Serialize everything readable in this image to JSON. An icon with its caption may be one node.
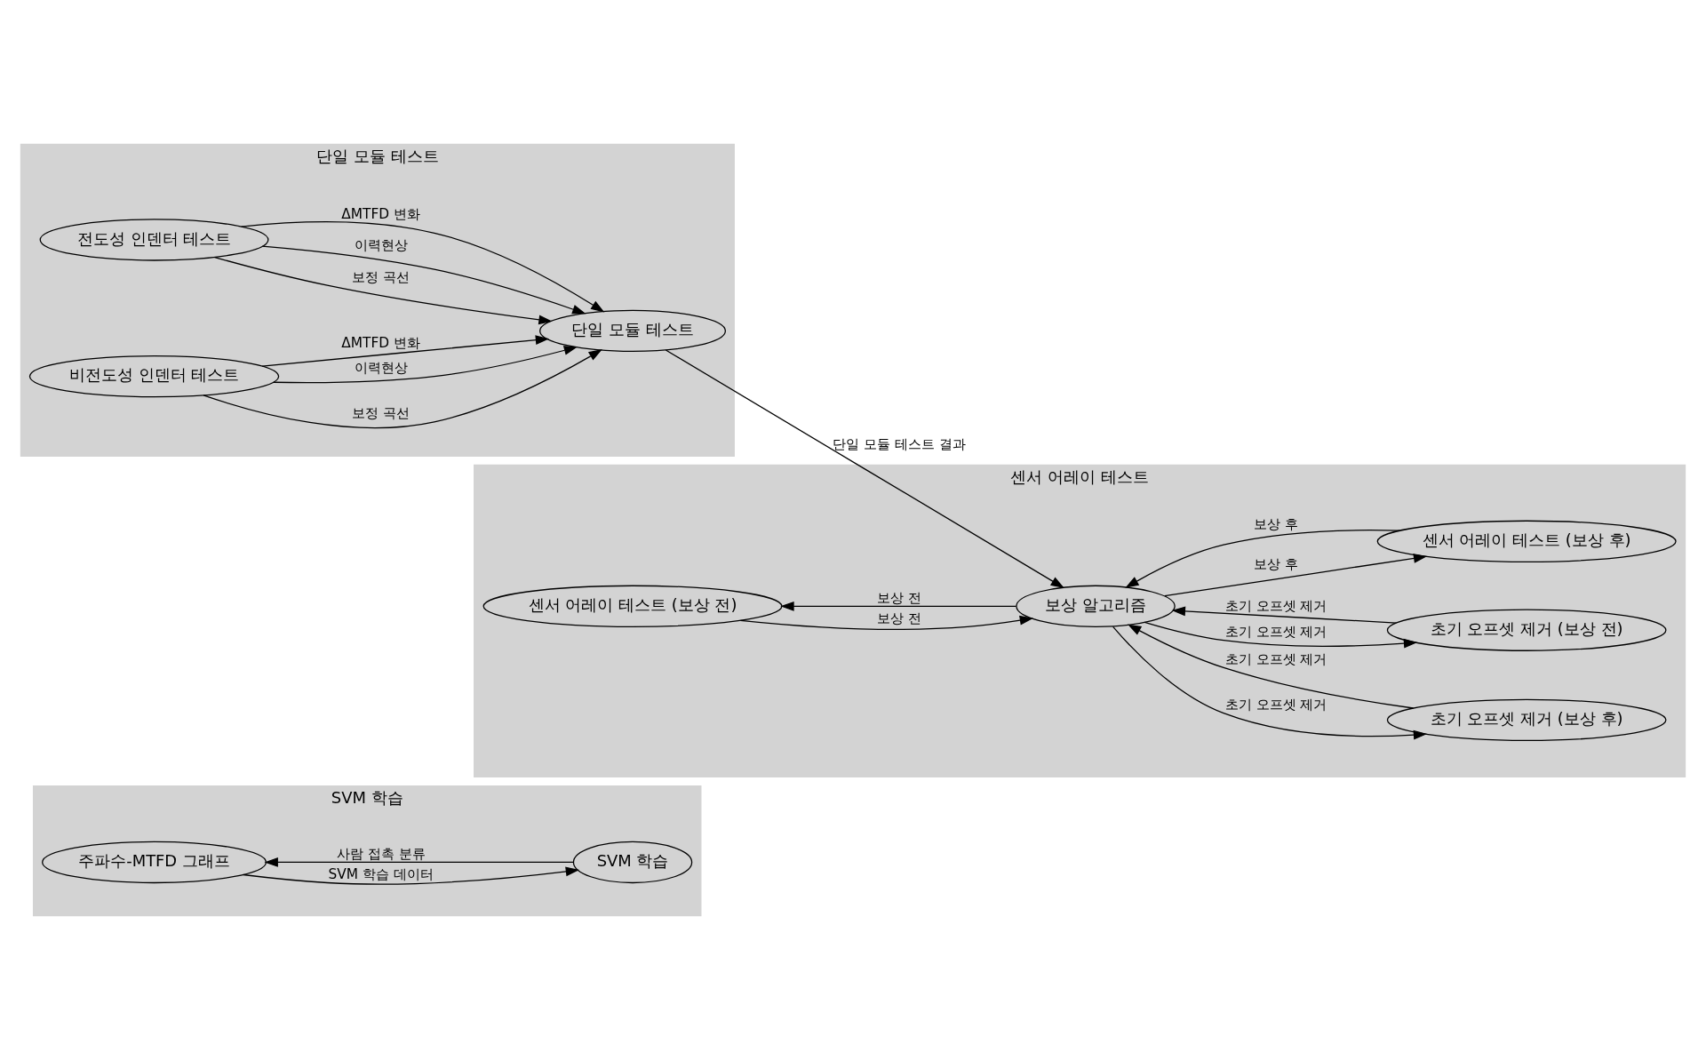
{
  "diagram": {
    "nodes": [
      {
        "text": [
          "SVM 학습"
        ]
      },
      {
        "text": [
          "주파수-MTFD 그래프"
        ],
        "in": 0
      },
      {
        "text": [
          "SVM 학습"
        ],
        "in": 0
      },
      {
        "text": [
          "단일 모듈 테스트"
        ]
      },
      {
        "text": [
          "전도성 인덴터 테스트"
        ],
        "in": 3
      },
      {
        "text": [
          "비전도성 인덴터 테스트"
        ],
        "in": 3
      },
      {
        "text": [
          "단일 모듈 테스트"
        ],
        "in": 3
      },
      {
        "text": [
          "센서 어레이 테스트"
        ]
      },
      {
        "text": [
          "센서 어레이 테스트 (보상 전)"
        ],
        "in": 7
      },
      {
        "text": [
          "보상 알고리즘"
        ],
        "in": 7
      },
      {
        "text": [
          "초기 오프셋 제거 (보상 후)"
        ],
        "in": 7
      },
      {
        "text": [
          "초기 오프셋 제거 (보상 전)"
        ],
        "in": 7
      },
      {
        "text": [
          "센서 어레이 테스트 (보상 후)"
        ],
        "in": 7
      }
    ],
    "edges": [
      {
        "from": 2,
        "to": 1,
        "arrow": "to",
        "label": "사람 접촉 분류"
      },
      {
        "from": 1,
        "to": 2,
        "arrow": "to",
        "label": "SVM 학습 데이터"
      },
      {
        "from": 4,
        "to": 6,
        "arrow": "to",
        "label": "보정 곡선"
      },
      {
        "from": 4,
        "to": 6,
        "arrow": "to",
        "label": "이력현상"
      },
      {
        "from": 4,
        "to": 6,
        "arrow": "to",
        "label": "ΔMTFD 변화"
      },
      {
        "from": 5,
        "to": 6,
        "arrow": "to",
        "label": "보정 곡선"
      },
      {
        "from": 5,
        "to": 6,
        "arrow": "to",
        "label": "이력현상"
      },
      {
        "from": 5,
        "to": 6,
        "arrow": "to",
        "label": "ΔMTFD 변화"
      },
      {
        "from": 6,
        "to": 9,
        "arrow": "to",
        "label": "단일 모듈 테스트 결과"
      },
      {
        "from": 9,
        "to": 8,
        "arrow": "to",
        "label": "보상 전"
      },
      {
        "from": 8,
        "to": 9,
        "arrow": "to",
        "label": "보상 전"
      },
      {
        "from": 10,
        "to": 9,
        "arrow": "to",
        "label": "초기 오프셋 제거"
      },
      {
        "from": 9,
        "to": 10,
        "arrow": "to",
        "label": "초기 오프셋 제거"
      },
      {
        "from": 11,
        "to": 9,
        "arrow": "to",
        "label": "초기 오프셋 제거"
      },
      {
        "from": 9,
        "to": 11,
        "arrow": "to",
        "label": "초기 오프셋 제거"
      },
      {
        "from": 12,
        "to": 9,
        "arrow": "to",
        "label": "보상 후"
      },
      {
        "from": 9,
        "to": 12,
        "arrow": "to",
        "label": "보상 후"
      }
    ]
  }
}
